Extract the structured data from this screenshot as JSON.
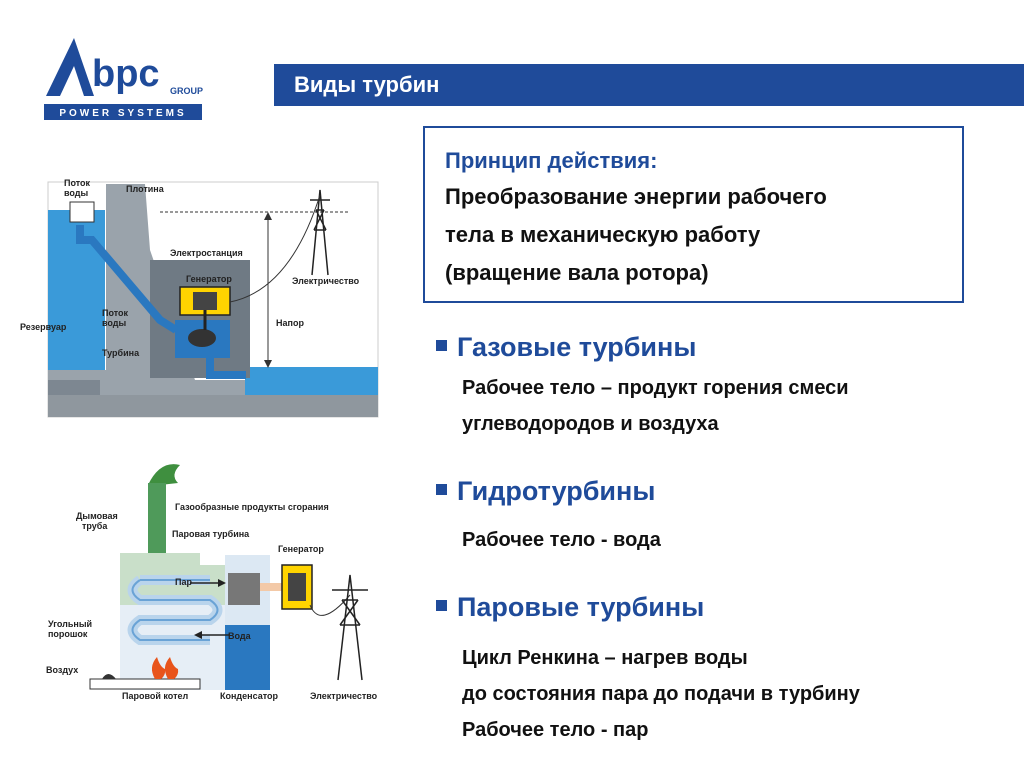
{
  "logo": {
    "brand": "bpc",
    "group": "GROUP",
    "tagline": "POWER SYSTEMS",
    "accent_color": "#1f4b9a"
  },
  "header": {
    "title": "Виды турбин"
  },
  "principle": {
    "heading": "Принцип действия:",
    "lines": [
      "Преобразование энергии рабочего",
      "тела в механическую работу",
      "(вращение вала ротора)"
    ]
  },
  "sections": [
    {
      "title": "Газовые турбины",
      "lines": [
        "Рабочее тело – продукт горения смеси",
        "углеводородов и воздуха"
      ]
    },
    {
      "title": "Гидротурбины",
      "lines": [
        "Рабочее тело - вода"
      ]
    },
    {
      "title": "Паровые турбины",
      "lines": [
        "Цикл Ренкина – нагрев воды",
        "до состояния пара до подачи в турбину",
        "Рабочее тело - пар"
      ]
    }
  ],
  "hydro_diagram": {
    "labels": {
      "water_flow_top": [
        "Поток",
        "воды"
      ],
      "dam": "Плотина",
      "power_station": "Электростанция",
      "generator": "Генератор",
      "electricity": "Электричество",
      "reservoir": "Резервуар",
      "water_flow_mid": [
        "Поток",
        "воды"
      ],
      "head": "Напор",
      "turbine": "Турбина"
    }
  },
  "steam_diagram": {
    "labels": {
      "chimney": [
        "Дымовая",
        "труба"
      ],
      "flue_gases": "Газообразные продукты сгорания",
      "steam_turbine": "Паровая турбина",
      "generator": "Генератор",
      "steam": "Пар",
      "water": "Вода",
      "coal": [
        "Угольный",
        "порошок"
      ],
      "air": "Воздух",
      "boiler": "Паровой котел",
      "condenser": "Конденсатор",
      "electricity": "Электричество"
    }
  }
}
